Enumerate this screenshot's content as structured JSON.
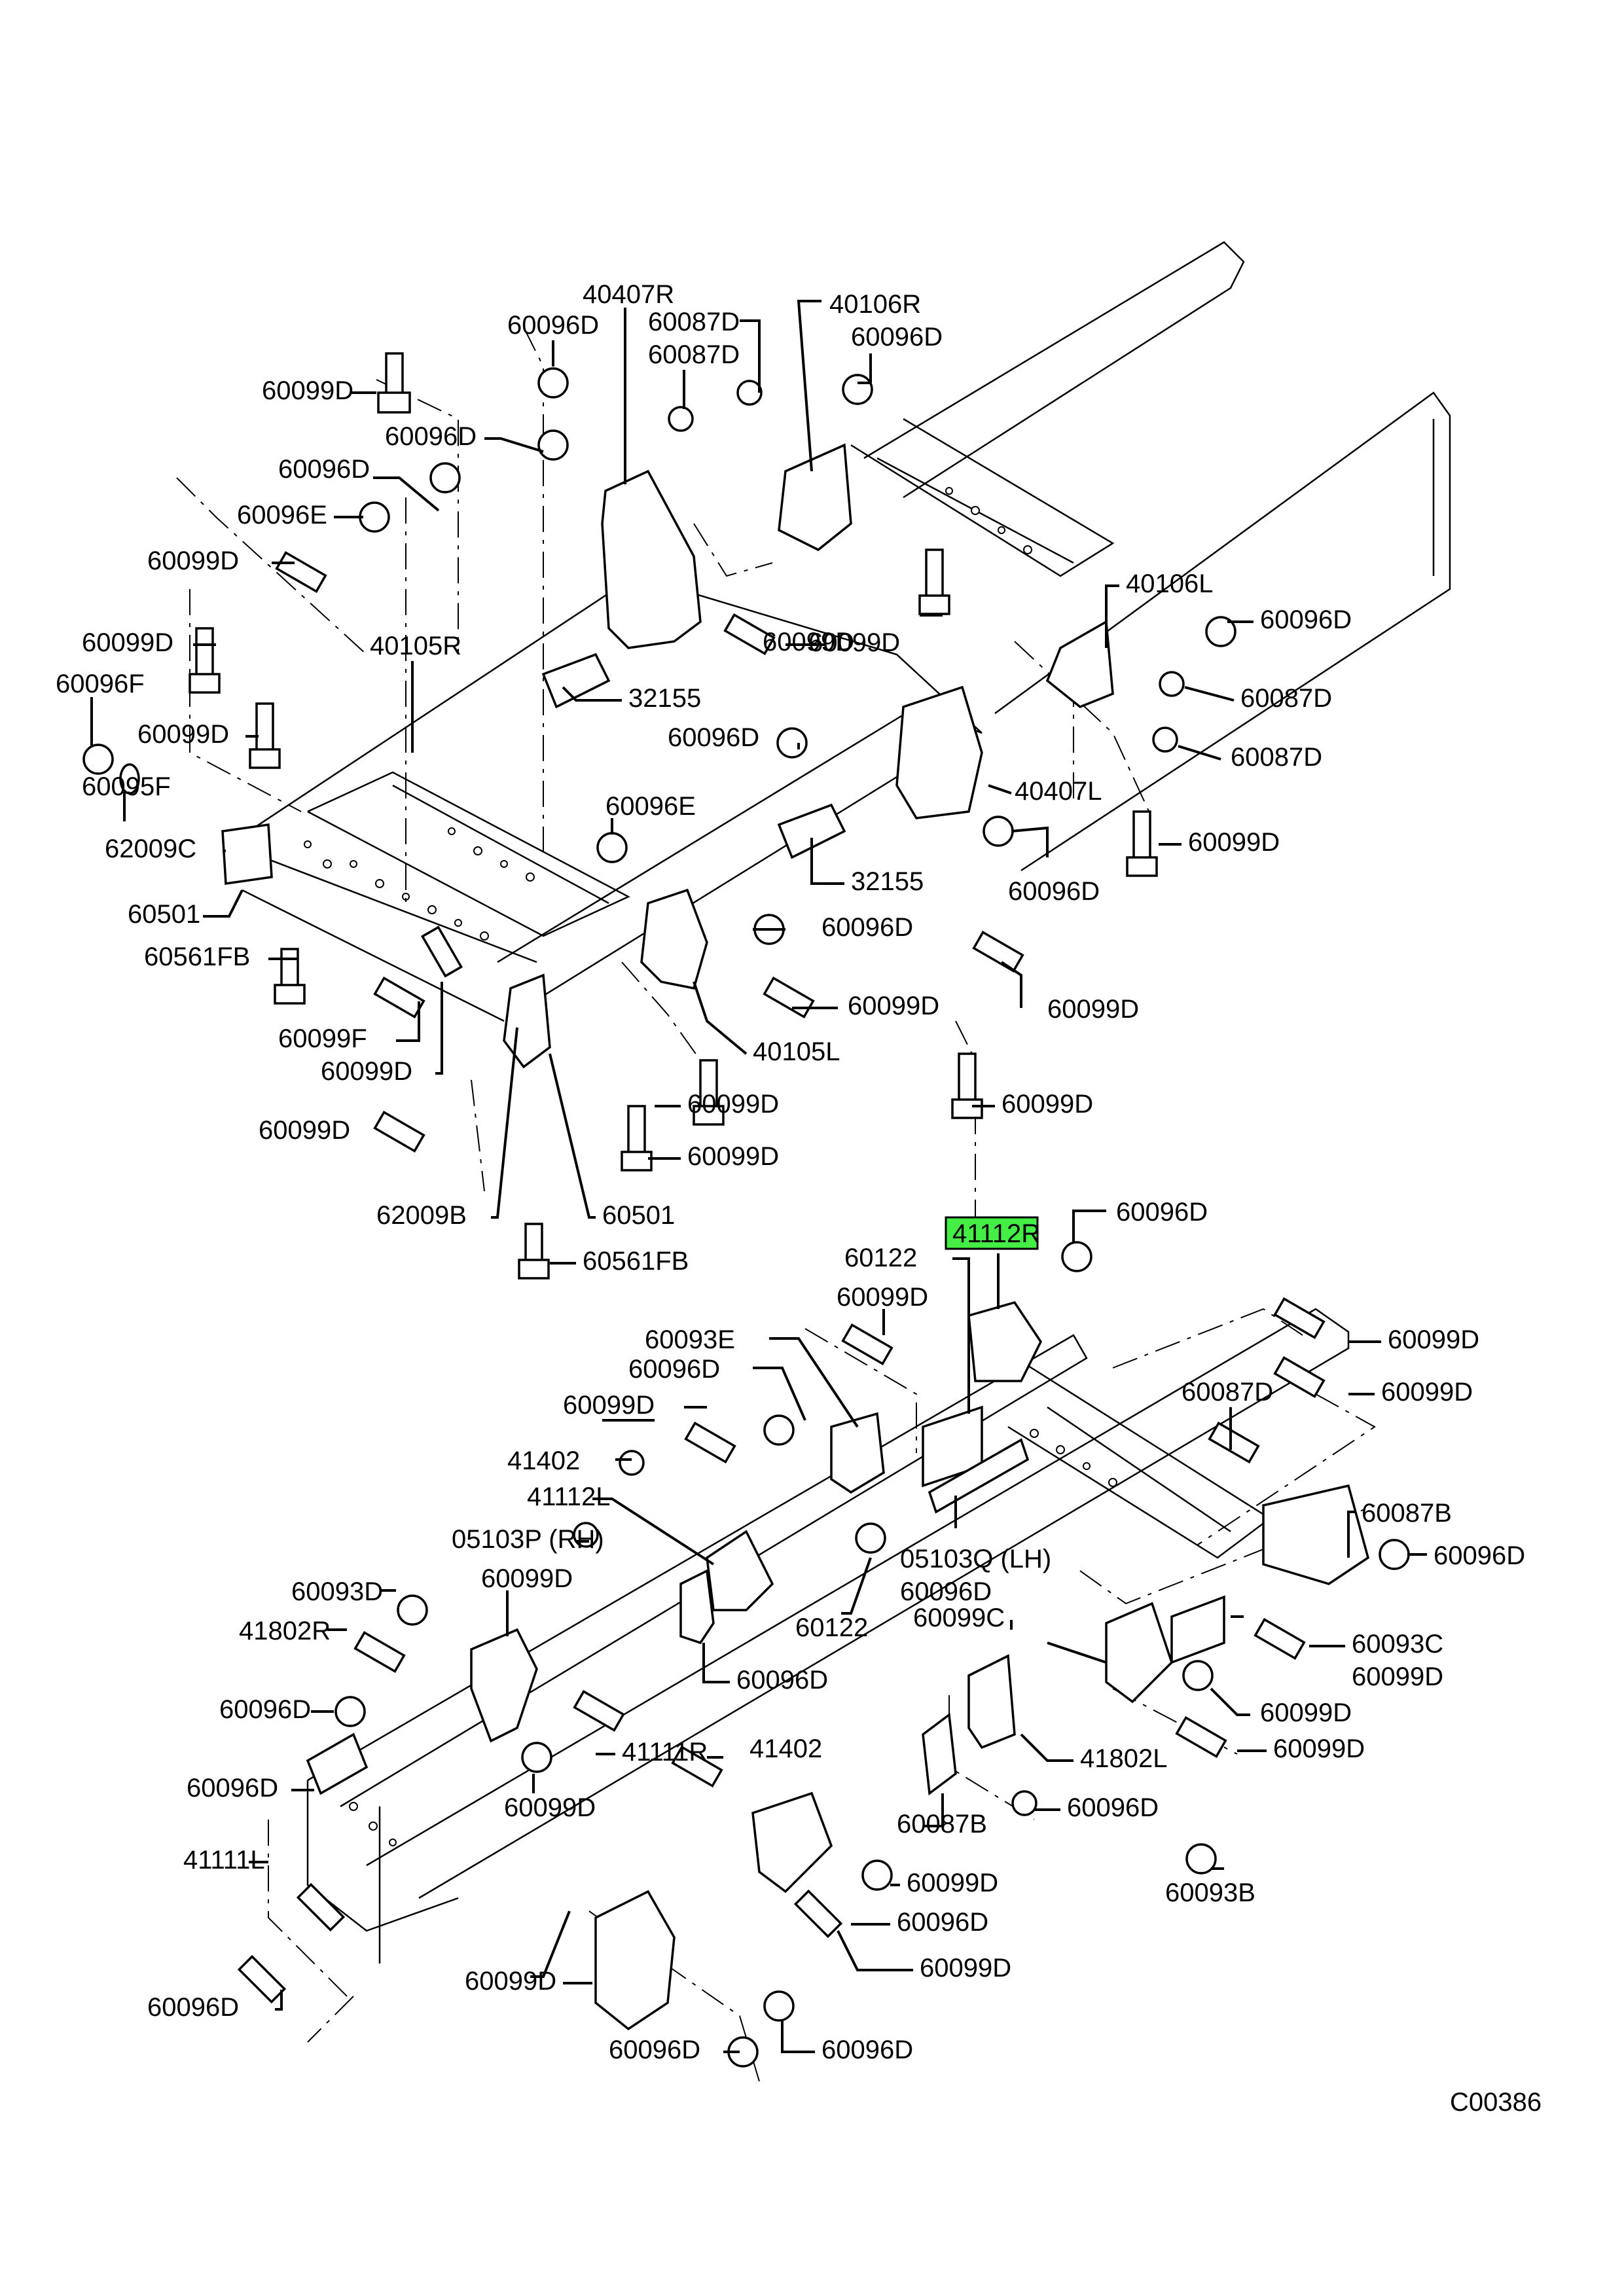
{
  "diagram": {
    "title": "Chassis frame brackets exploded parts diagram",
    "figure_code": "C00386",
    "highlight_color": "#44ee44",
    "highlighted_part": "41112R",
    "upper_assembly": {
      "labels": [
        {
          "id": "u1",
          "text": "40407R"
        },
        {
          "id": "u2",
          "text": "60096D"
        },
        {
          "id": "u3",
          "text": "60087D"
        },
        {
          "id": "u4",
          "text": "60087D"
        },
        {
          "id": "u5",
          "text": "40106R"
        },
        {
          "id": "u6",
          "text": "60096D"
        },
        {
          "id": "u7",
          "text": "60099D"
        },
        {
          "id": "u8",
          "text": "60096D"
        },
        {
          "id": "u9",
          "text": "60096D"
        },
        {
          "id": "u10",
          "text": "60096E"
        },
        {
          "id": "u11",
          "text": "60099D"
        },
        {
          "id": "u12",
          "text": "60099D"
        },
        {
          "id": "u13",
          "text": "60099D"
        },
        {
          "id": "u14",
          "text": "40106L"
        },
        {
          "id": "u15",
          "text": "60096D"
        },
        {
          "id": "u16",
          "text": "60099D"
        },
        {
          "id": "u17",
          "text": "40105R"
        },
        {
          "id": "u18",
          "text": "32155"
        },
        {
          "id": "u19",
          "text": "60087D"
        },
        {
          "id": "u20",
          "text": "60096F"
        },
        {
          "id": "u21",
          "text": "60099D"
        },
        {
          "id": "u22",
          "text": "60096D"
        },
        {
          "id": "u23",
          "text": "60087D"
        },
        {
          "id": "u24",
          "text": "60095F"
        },
        {
          "id": "u25",
          "text": "40407L"
        },
        {
          "id": "u26",
          "text": "62009C"
        },
        {
          "id": "u27",
          "text": "60096E"
        },
        {
          "id": "u28",
          "text": "32155"
        },
        {
          "id": "u29",
          "text": "60099D"
        },
        {
          "id": "u30",
          "text": "60501"
        },
        {
          "id": "u31",
          "text": "60096D"
        },
        {
          "id": "u32",
          "text": "60096D"
        },
        {
          "id": "u33",
          "text": "60561FB"
        },
        {
          "id": "u34",
          "text": "60099D"
        },
        {
          "id": "u35",
          "text": "60099D"
        },
        {
          "id": "u36",
          "text": "60099F"
        },
        {
          "id": "u37",
          "text": "40105L"
        },
        {
          "id": "u38",
          "text": "60099D"
        },
        {
          "id": "u39",
          "text": "60099D"
        },
        {
          "id": "u40",
          "text": "60099D"
        },
        {
          "id": "u41",
          "text": "60099D"
        },
        {
          "id": "u42",
          "text": "60099D"
        },
        {
          "id": "u43",
          "text": "62009B"
        },
        {
          "id": "u44",
          "text": "60501"
        },
        {
          "id": "u45",
          "text": "60561FB"
        }
      ]
    },
    "lower_assembly": {
      "labels": [
        {
          "id": "l1",
          "text": "41112R"
        },
        {
          "id": "l2",
          "text": "60096D"
        },
        {
          "id": "l3",
          "text": "60122"
        },
        {
          "id": "l4",
          "text": "60099D"
        },
        {
          "id": "l5",
          "text": "60099D"
        },
        {
          "id": "l6",
          "text": "60093E"
        },
        {
          "id": "l7",
          "text": "60096D"
        },
        {
          "id": "l8",
          "text": "60099D"
        },
        {
          "id": "l9",
          "text": "60099D"
        },
        {
          "id": "l10",
          "text": "60087D"
        },
        {
          "id": "l11",
          "text": "41402"
        },
        {
          "id": "l12",
          "text": "41112L"
        },
        {
          "id": "l13",
          "text": "60087B"
        },
        {
          "id": "l14",
          "text": "05103P (RH)"
        },
        {
          "id": "l15",
          "text": "05103Q (LH)"
        },
        {
          "id": "l16",
          "text": "60096D"
        },
        {
          "id": "l17",
          "text": "60096D"
        },
        {
          "id": "l18",
          "text": "60093D"
        },
        {
          "id": "l19",
          "text": "60099D"
        },
        {
          "id": "l20",
          "text": "60122"
        },
        {
          "id": "l21",
          "text": "60093C"
        },
        {
          "id": "l22",
          "text": "60099C"
        },
        {
          "id": "l23",
          "text": "60099D"
        },
        {
          "id": "l24",
          "text": "41802R"
        },
        {
          "id": "l25",
          "text": "60096D"
        },
        {
          "id": "l26",
          "text": "60099D"
        },
        {
          "id": "l27",
          "text": "60096D"
        },
        {
          "id": "l28",
          "text": "60099D"
        },
        {
          "id": "l29",
          "text": "41111R"
        },
        {
          "id": "l30",
          "text": "60096D"
        },
        {
          "id": "l31",
          "text": "60099D"
        },
        {
          "id": "l32",
          "text": "41402"
        },
        {
          "id": "l33",
          "text": "41802L"
        },
        {
          "id": "l34",
          "text": "60087B"
        },
        {
          "id": "l35",
          "text": "60096D"
        },
        {
          "id": "l36",
          "text": "60099D"
        },
        {
          "id": "l37",
          "text": "60096D"
        },
        {
          "id": "l38",
          "text": "60093B"
        },
        {
          "id": "l39",
          "text": "60099D"
        },
        {
          "id": "l40",
          "text": "41111L"
        },
        {
          "id": "l41",
          "text": "60099D"
        },
        {
          "id": "l42",
          "text": "60096D"
        },
        {
          "id": "l43",
          "text": "60096D"
        }
      ]
    }
  }
}
